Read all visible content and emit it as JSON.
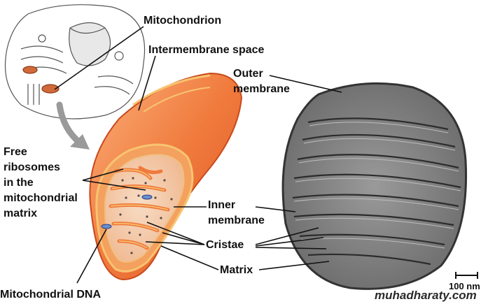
{
  "labels": {
    "mitochondrion": "Mitochondrion",
    "intermembrane_space": "Intermembrane space",
    "outer_membrane_line1": "Outer",
    "outer_membrane_line2": "membrane",
    "free_ribosomes_line1": "Free",
    "free_ribosomes_line2": "ribosomes",
    "free_ribosomes_line3": "in the",
    "free_ribosomes_line4": "mitochondrial",
    "free_ribosomes_line5": "matrix",
    "inner_membrane_line1": "Inner",
    "inner_membrane_line2": "membrane",
    "cristae": "Cristae",
    "matrix": "Matrix",
    "mitochondrial_dna": "Mitochondrial DNA"
  },
  "scale_bar": "100 nm",
  "watermark": "muhadharaty.com",
  "colors": {
    "outer_membrane": "#f07a3c",
    "inner_membrane": "#f8c471",
    "matrix": "#f3c9a6",
    "leader_line": "#111111",
    "micrograph": "#8c8c8c"
  }
}
